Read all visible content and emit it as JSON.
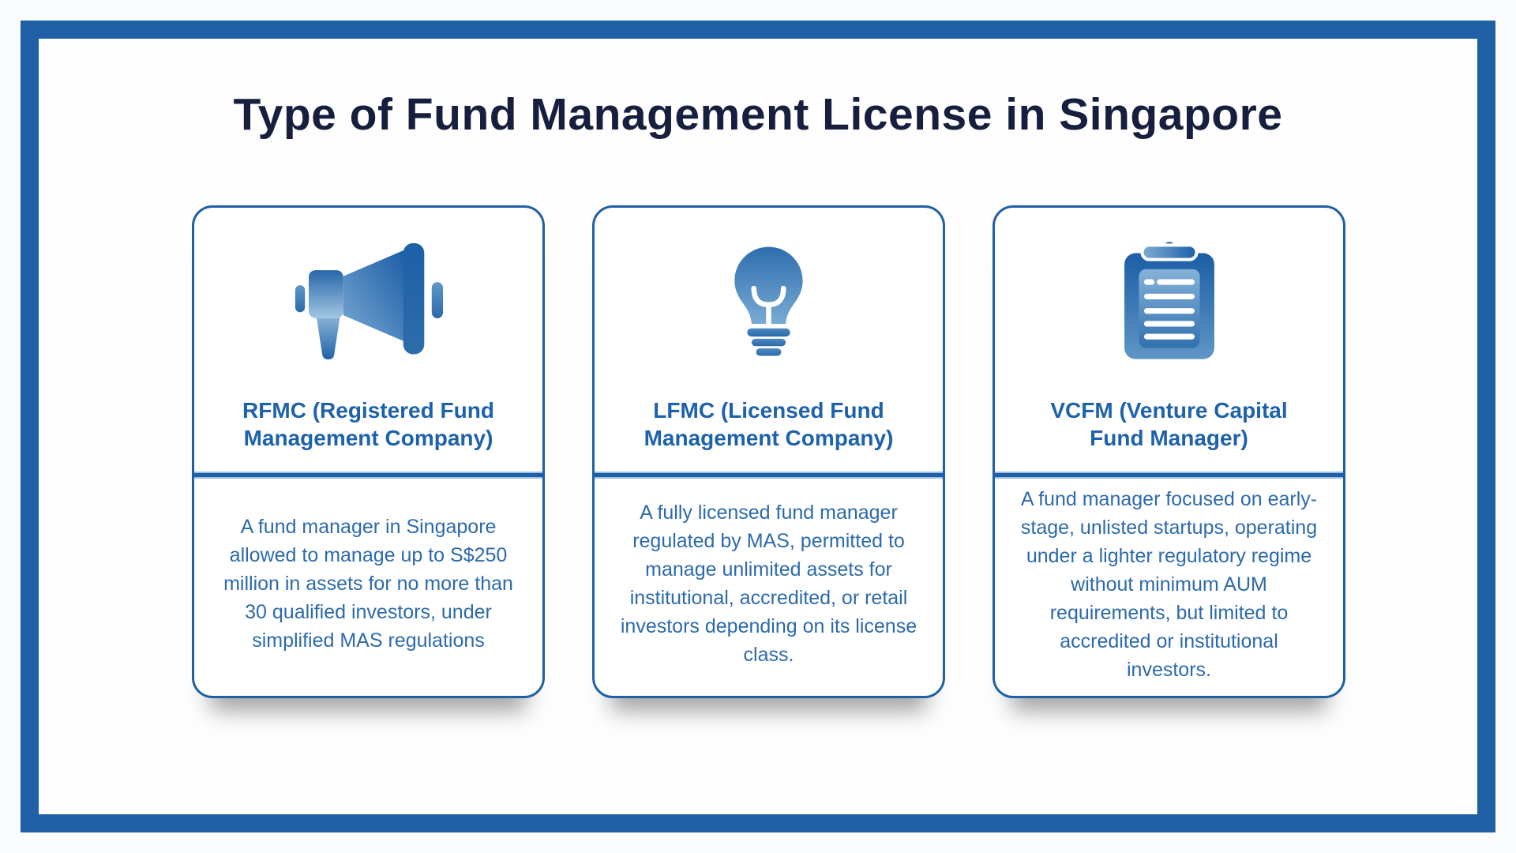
{
  "header": {
    "title": "Type of Fund Management License in Singapore"
  },
  "cards": [
    {
      "icon": "megaphone-icon",
      "title": "RFMC (Registered Fund Management Company)",
      "description": "A fund manager in Singapore allowed to manage up to S$250 million in assets for no more than 30 qualified investors, under simplified MAS regulations"
    },
    {
      "icon": "lightbulb-icon",
      "title": "LFMC (Licensed Fund Management Company)",
      "description": "A fully licensed fund manager regulated by MAS, permitted to manage unlimited assets for institutional, accredited, or retail investors depending on its license class."
    },
    {
      "icon": "clipboard-icon",
      "title": "VCFM (Venture Capital Fund Manager)",
      "description": "A fund manager focused on early-stage, unlisted startups, operating under a lighter regulatory regime without minimum AUM requirements, but limited to accredited or institutional investors."
    }
  ],
  "colors": {
    "frame_blue": "#1e5fa6",
    "title_navy": "#171f3e",
    "card_title_blue": "#1d62ab",
    "body_text_blue": "#2c6aac",
    "icon_gradient_dark": "#1d5fa7",
    "icon_gradient_light": "#8fb8db",
    "background": "#fbfcfd"
  }
}
